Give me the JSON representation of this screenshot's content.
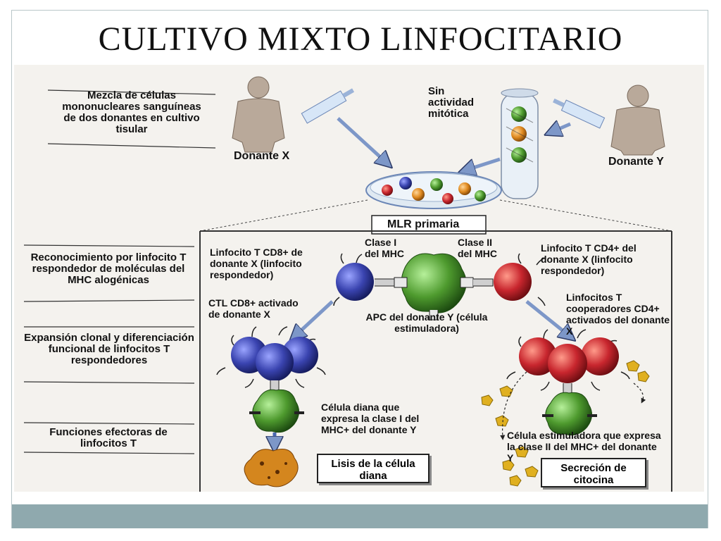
{
  "title": "CULTIVO MIXTO LINFOCITARIO",
  "colors": {
    "footer": "#8fa9ae",
    "cd8_cell": "#3a44b0",
    "cd4_cell": "#c8262e",
    "apc_cell": "#4e9a2e",
    "arrow": "#7d97c8",
    "cytokine": "#e0b020"
  },
  "left_column": {
    "mix_text": "Mezcla de células mononucleares sanguíneas de dos donantes en cultivo tisular",
    "recognition_text": "Reconocimiento por linfocito T respondedor de moléculas del MHC alogénicas",
    "expansion_text": "Expansión clonal y diferenciación funcional de linfocitos T respondedores",
    "effector_text": "Funciones efectoras de linfocitos T"
  },
  "top": {
    "donor_x": "Donante X",
    "donor_y": "Donante Y",
    "no_mitotic": "Sin actividad mitótica",
    "mlr": "MLR primaria"
  },
  "center": {
    "cd8_label": "Linfocito T CD8+ de donante X (linfocito respondedor)",
    "class1": "Clase I del MHC",
    "class2": "Clase II del MHC",
    "cd4_label": "Linfocito T CD4+ del donante X (linfocito respondedor)",
    "apc_label": "APC del donante Y (célula estimuladora)",
    "ctl_label": "CTL CD8+ activado de donante X",
    "th_label": "Linfocitos T cooperadores CD4+ activados del donante X",
    "target_label": "Célula diana que expresa la clase I del MHC+ del donante Y",
    "stim_label": "Célula estimuladora que expresa la clase II del MHC+ del donante Y",
    "lysis": "Lisis de la célula diana",
    "cytokine": "Secreción de citocina"
  }
}
